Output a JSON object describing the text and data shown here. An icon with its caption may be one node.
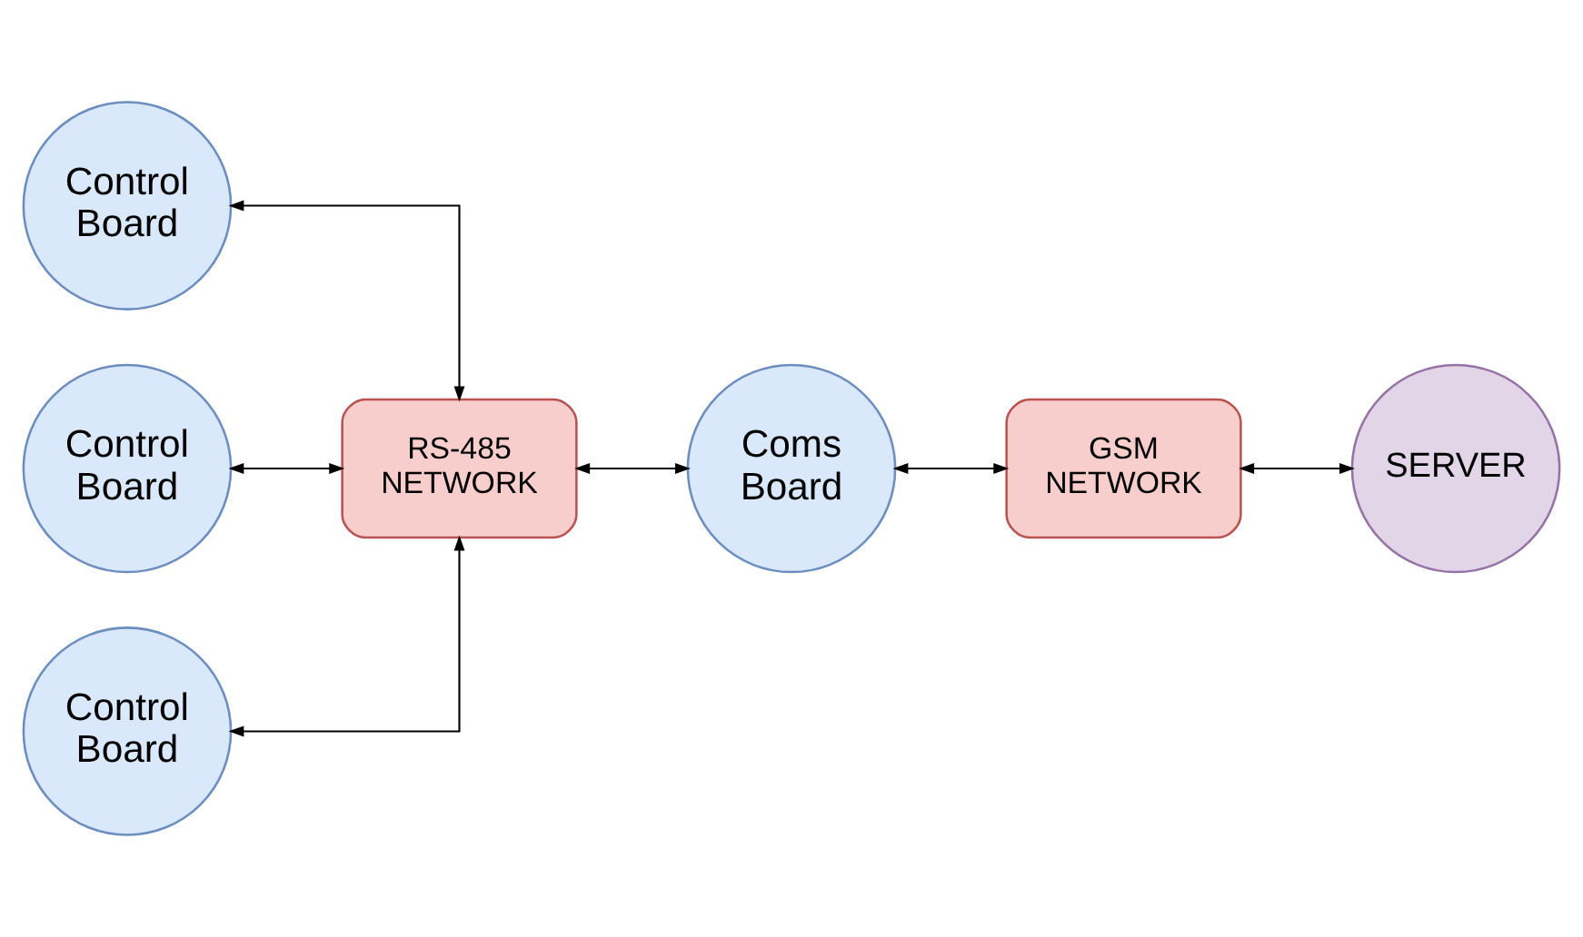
{
  "diagram": {
    "nodes": [
      {
        "text": [
          "Control Board"
        ]
      },
      {
        "text": [
          "Control Board"
        ]
      },
      {
        "text": [
          "Control Board"
        ]
      },
      {
        "text": [
          "RS-485 NETWORK"
        ]
      },
      {
        "text": [
          "Coms Board"
        ]
      },
      {
        "text": [
          "GSM NETWORK"
        ]
      },
      {
        "text": [
          "SERVER"
        ]
      }
    ],
    "edges": [
      {
        "from": 0,
        "to": 3,
        "arrow": "both"
      },
      {
        "from": 1,
        "to": 3,
        "arrow": "both"
      },
      {
        "from": 2,
        "to": 3,
        "arrow": "both"
      },
      {
        "from": 3,
        "to": 4,
        "arrow": "both"
      },
      {
        "from": 4,
        "to": 5,
        "arrow": "both"
      },
      {
        "from": 5,
        "to": 6,
        "arrow": "both"
      }
    ]
  }
}
